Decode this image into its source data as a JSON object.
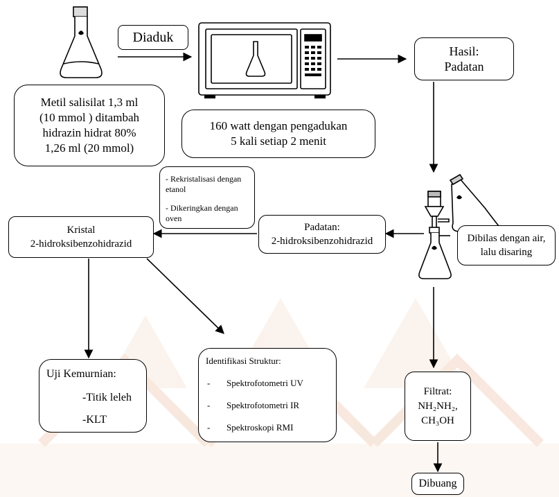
{
  "colors": {
    "watermark": "#f2d6c4",
    "watermark_light": "#f8e7dc",
    "ink": "#000000"
  },
  "steps": {
    "diaduk": "Diaduk",
    "reactants": [
      "Metil salisilat  1,3 ml",
      "(10 mmol ) ditambah",
      "hidrazin hidrat 80%",
      "1,26 ml (20 mmol)"
    ],
    "microwave_condition": [
      "160 watt dengan pengadukan",
      "5 kali setiap 2 menit"
    ],
    "hasil": [
      "Hasil:",
      "Padatan"
    ],
    "wash": [
      "Dibilas dengan air,",
      "lalu disaring"
    ],
    "padatan": [
      "Padatan:",
      "2-hidroksibenzohidrazid"
    ],
    "recrystallize": [
      "- Rekristalisasi dengan",
      "  etanol",
      "- Dikeringkan dengan",
      "  oven"
    ],
    "kristal": [
      "Kristal",
      "2-hidroksibenzohidrazid"
    ],
    "purity": {
      "title": "Uji Kemurnian:",
      "items": [
        "-Titik leleh",
        "-KLT"
      ]
    },
    "structure": {
      "title": "Identifikasi Struktur:",
      "items": [
        "Spektrofotometri UV",
        "Spektrofotometri IR",
        "Spektroskopi RMI"
      ]
    },
    "filtrate": {
      "label": "Filtrat:",
      "formula1": "NH₂NH₂,",
      "formula2": "CH₃OH"
    },
    "dibuang": "Dibuang"
  }
}
